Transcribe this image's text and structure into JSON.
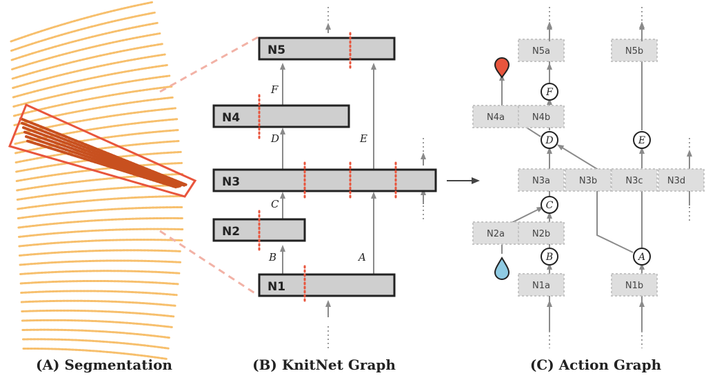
{
  "panels": {
    "a": {
      "caption": "(A) Segmentation"
    },
    "b": {
      "caption": "(B) KnitNet Graph"
    },
    "c": {
      "caption": "(C) Action Graph"
    }
  },
  "knitnet": {
    "nodes": [
      "N5",
      "N4",
      "N3",
      "N2",
      "N1"
    ],
    "edges": [
      "F",
      "D",
      "E",
      "C",
      "B",
      "A"
    ]
  },
  "action": {
    "nodes": [
      "N5a",
      "N5b",
      "N4a",
      "N4b",
      "N3a",
      "N3b",
      "N3c",
      "N3d",
      "N2a",
      "N2b",
      "N1a",
      "N1b"
    ],
    "stitches": [
      "F",
      "D",
      "E",
      "C",
      "B",
      "A"
    ]
  },
  "colors": {
    "accent": "#e8553d",
    "node_fill": "#cfcfcf",
    "action_fill": "#dedede",
    "arrow": "#8a8a8a",
    "start_drop": "#8fcbe3",
    "end_drop": "#e8553d",
    "yarn": "#f4a93b"
  }
}
